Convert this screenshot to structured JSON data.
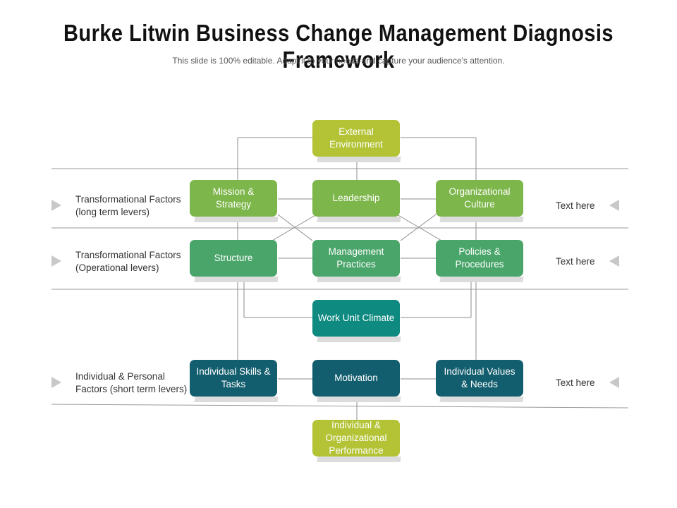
{
  "header": {
    "title": "Burke Litwin Business Change Management Diagnosis Framework",
    "subtitle": "This slide is 100% editable. Adapt it to your needs and capture your audience's attention."
  },
  "colors": {
    "lime": "#b3c335",
    "light_green": "#7db64a",
    "medium_green": "#4aa56a",
    "teal": "#0f8a80",
    "dark_teal": "#135e6e",
    "line": "#9a9a9a"
  },
  "boxes": {
    "external_environment": "External Environment",
    "mission_strategy": "Mission & Strategy",
    "leadership": "Leadership",
    "organizational_culture": "Organizational Culture",
    "structure": "Structure",
    "management_practices": "Management Practices",
    "policies_procedures": "Policies & Procedures",
    "work_unit_climate": "Work Unit Climate",
    "individual_skills_tasks": "Individual Skills & Tasks",
    "motivation": "Motivation",
    "individual_values_needs": "Individual Values & Needs",
    "performance": "Individual & Organizational Performance"
  },
  "rows": {
    "left_labels": [
      "Transformational Factors (long term levers)",
      "Transformational Factors (Operational levers)",
      "Individual & Personal Factors (short term levers)"
    ],
    "right_labels": [
      "Text here",
      "Text here",
      "Text here"
    ]
  }
}
